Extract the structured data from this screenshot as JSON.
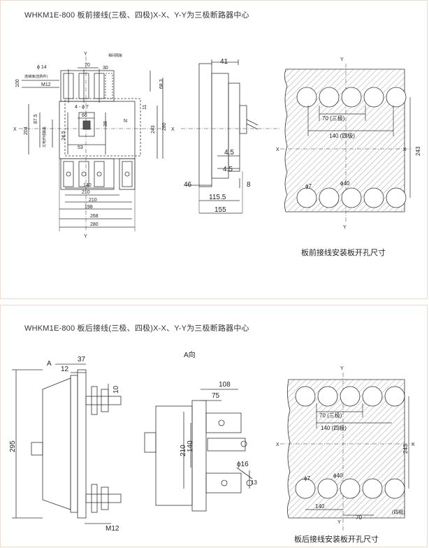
{
  "front": {
    "title": "WHKM1E-800 板前接线(三极、四极)X-X、Y-Y为三极断路器中心",
    "labels": {
      "Y": "Y",
      "X": "X",
      "N": "N",
      "phi14": "ϕ 14",
      "d70": "70",
      "d30": "30",
      "interphase": "相间隔板",
      "connector": "连接接(选购件)",
      "M12": "M12",
      "d100": "100",
      "d68": "68.3",
      "d4": "4 - ϕ 7",
      "d66": "66",
      "d38": "38",
      "d204": "204",
      "d875": "87.5",
      "cover": "又电开线路盖",
      "d245": "24.5",
      "d53": "53",
      "d11": "11",
      "d243": "243",
      "d280": "280",
      "d140": "140",
      "d210a": "210",
      "d210b": "210",
      "d198": "198",
      "d268": "268",
      "d280b": "280",
      "s41": "41",
      "s45a": "4.5",
      "s45b": "4.5",
      "s46": "46",
      "s8": "8",
      "s1155": "115.5",
      "s155": "155"
    },
    "cutout": {
      "Y": "Y",
      "X": "X",
      "d70": "70 (三极)",
      "d140": "140 (四极)",
      "d243": "243",
      "phi7": "ϕ7",
      "phi40": "ϕ40"
    },
    "caption": "板前接线安装板开孔尺寸"
  },
  "rear": {
    "title": "WHKM1E-800 板后接线(三极、四极)X-X、Y-Y为三极断路器中心",
    "labels": {
      "A": "A",
      "d37": "37",
      "d12": "12",
      "d10": "10",
      "d295": "295",
      "M12": "M12",
      "aView": "A向",
      "d108": "108",
      "d75": "75",
      "d210": "210",
      "d140": "140",
      "phi16": "ϕ16",
      "d13": "13"
    },
    "cutout": {
      "Y": "Y",
      "X": "X",
      "d70": "70 (三极)",
      "d140": "140 (四极)",
      "d243": "243",
      "phi7": "ϕ7",
      "phi40": "ϕ40",
      "d140b": "140",
      "d70b": "70",
      "four": "(四极)"
    },
    "caption": "板后接线安装板开孔尺寸"
  }
}
